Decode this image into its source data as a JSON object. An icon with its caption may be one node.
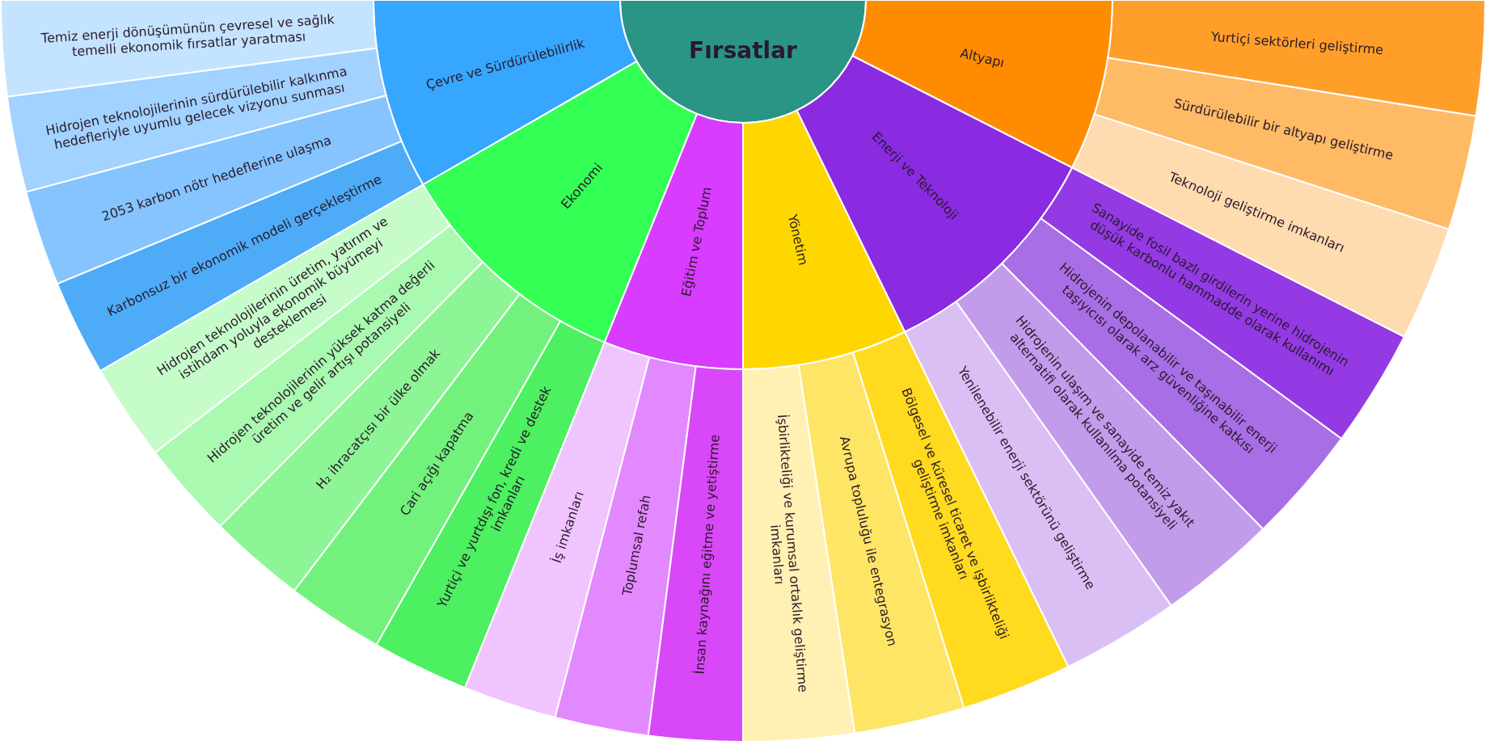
{
  "diagram": {
    "nodes": [
      {
        "text": [
          "Fırsatlar"
        ]
      },
      {
        "text": [
          "Çevre ve Sürdürülebilirlik"
        ]
      },
      {
        "text": [
          "Ekonomi"
        ]
      },
      {
        "text": [
          "Eğitim ve Toplum"
        ]
      },
      {
        "text": [
          "Yönetim"
        ]
      },
      {
        "text": [
          "Enerji ve Teknoloji"
        ]
      },
      {
        "text": [
          "Altyapı"
        ]
      },
      {
        "text": [
          "Temiz enerji dönüşümünün çevresel ve sağlık temelli ekonomik fırsatlar yaratması"
        ]
      },
      {
        "text": [
          "Hidrojen teknolojilerinin sürdürülebilir kalkınma hedefleriyle uyumlu gelecek vizyonu sunması"
        ]
      },
      {
        "text": [
          "2053 karbon nötr hedeflerine ulaşma"
        ]
      },
      {
        "text": [
          "Karbonsuz bir ekonomik modeli gerçekleştirme"
        ]
      },
      {
        "text": [
          "Hidrojen teknolojilerinin üretim, yatırım ve istihdam yoluyla ekonomik büyümeyi desteklemesi"
        ]
      },
      {
        "text": [
          "Hidrojen teknolojilerinin yüksek katma değerli üretim ve gelir artışı potansiyeli"
        ]
      },
      {
        "text": [
          "H₂ ihracatçısı bir ülke olmak"
        ]
      },
      {
        "text": [
          "Cari açığı kapatma"
        ]
      },
      {
        "text": [
          "Yurtiçi ve yurtdışı fon, kredi ve destek imkanları"
        ]
      },
      {
        "text": [
          "İş imkanları"
        ]
      },
      {
        "text": [
          "Toplumsal refah"
        ]
      },
      {
        "text": [
          "İnsan kaynağını eğitme ve yetiştirme"
        ]
      },
      {
        "text": [
          "İşbirlikteliği ve kurumsal ortaklık geliştirme imkanları"
        ]
      },
      {
        "text": [
          "Avrupa topluluğu ile entegrasyon"
        ]
      },
      {
        "text": [
          "Bölgesel ve küresel ticaret ve işbirlikteliği geliştirme imkanları"
        ]
      },
      {
        "text": [
          "Yenilenebilir enerji sektörünü geliştirme"
        ]
      },
      {
        "text": [
          "Hidrojenin ulaşım ve sanayide temiz yakıt alternatifi olarak kullanılma potansiyeli"
        ]
      },
      {
        "text": [
          "Hidrojenin depolanabilir ve taşınabilir enerji taşıyıcısı olarak arz güvenliğine katkısı"
        ]
      },
      {
        "text": [
          "Sanayide fosil bazlı girdilerin yerine hidrojenin düşük karbonlu hammadde olarak kullanımı"
        ]
      },
      {
        "text": [
          "Teknoloji geliştirme imkanları"
        ]
      },
      {
        "text": [
          "Sürdürülebilir bir altyapı geliştirme"
        ]
      },
      {
        "text": [
          "Yurtiçi sektörleri geliştirme"
        ]
      }
    ]
  }
}
